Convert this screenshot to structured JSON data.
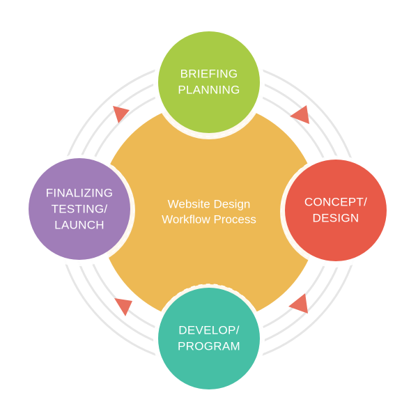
{
  "diagram": {
    "center": {
      "lines": [
        "Website Design",
        "Workflow Process"
      ],
      "color": "#EDB954"
    },
    "nodes": [
      {
        "id": "briefing",
        "lines": [
          "BRIEFING",
          "PLANNING"
        ],
        "color": "#A8CB45"
      },
      {
        "id": "concept",
        "lines": [
          "CONCEPT/",
          "DESIGN"
        ],
        "color": "#E85A48"
      },
      {
        "id": "develop",
        "lines": [
          "DEVELOP/",
          "PROGRAM"
        ],
        "color": "#46BFA5"
      },
      {
        "id": "finalizing",
        "lines": [
          "FINALIZING",
          "TESTING/",
          "LAUNCH"
        ],
        "color": "#A07DB8"
      }
    ],
    "arrow_color": "#E8705E",
    "ring_color": "#E6E6E6"
  }
}
